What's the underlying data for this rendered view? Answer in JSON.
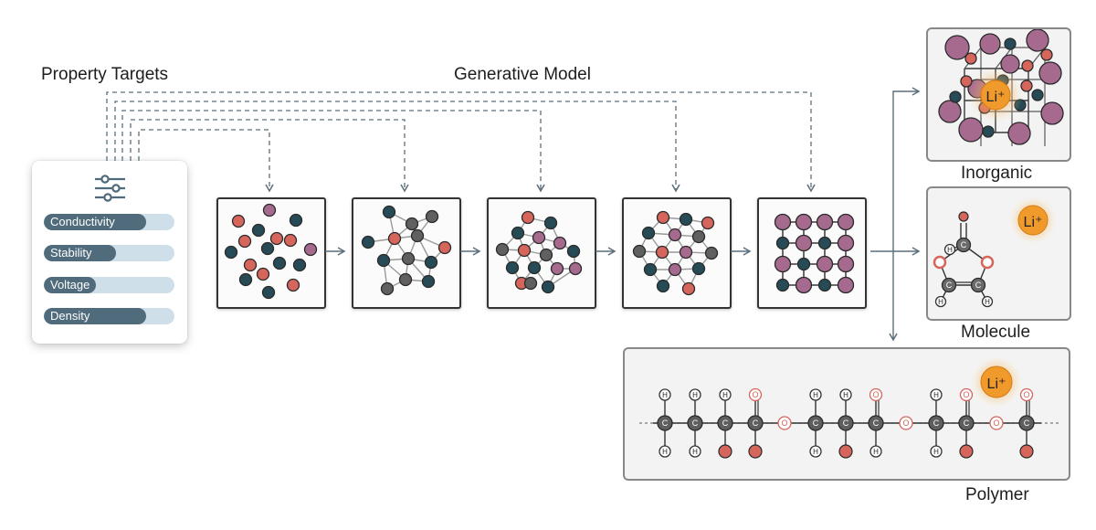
{
  "labels": {
    "property_targets": "Property Targets",
    "generative_model": "Generative Model",
    "inorganic": "Inorganic",
    "molecule": "Molecule",
    "polymer": "Polymer"
  },
  "property_sliders": [
    {
      "label": "Conductivity",
      "level": 0.78
    },
    {
      "label": "Stability",
      "level": 0.55
    },
    {
      "label": "Voltage",
      "level": 0.4
    },
    {
      "label": "Density",
      "level": 0.78
    }
  ],
  "atoms": {
    "lithium": "Li⁺",
    "carbon": "C",
    "hydrogen": "H",
    "oxygen": "O"
  },
  "colors": {
    "teal_atom": "#264b56",
    "salmon_atom": "#d6665c",
    "mauve_atom": "#a56a8e",
    "gray_atom": "#606060",
    "li_ion": "#f09a2c",
    "slider_fill": "#4f6b7c",
    "slider_track": "#cfdfe9",
    "arrow": "#5a6f7b"
  },
  "icons": {
    "panel_icon": "sliders-icon"
  }
}
